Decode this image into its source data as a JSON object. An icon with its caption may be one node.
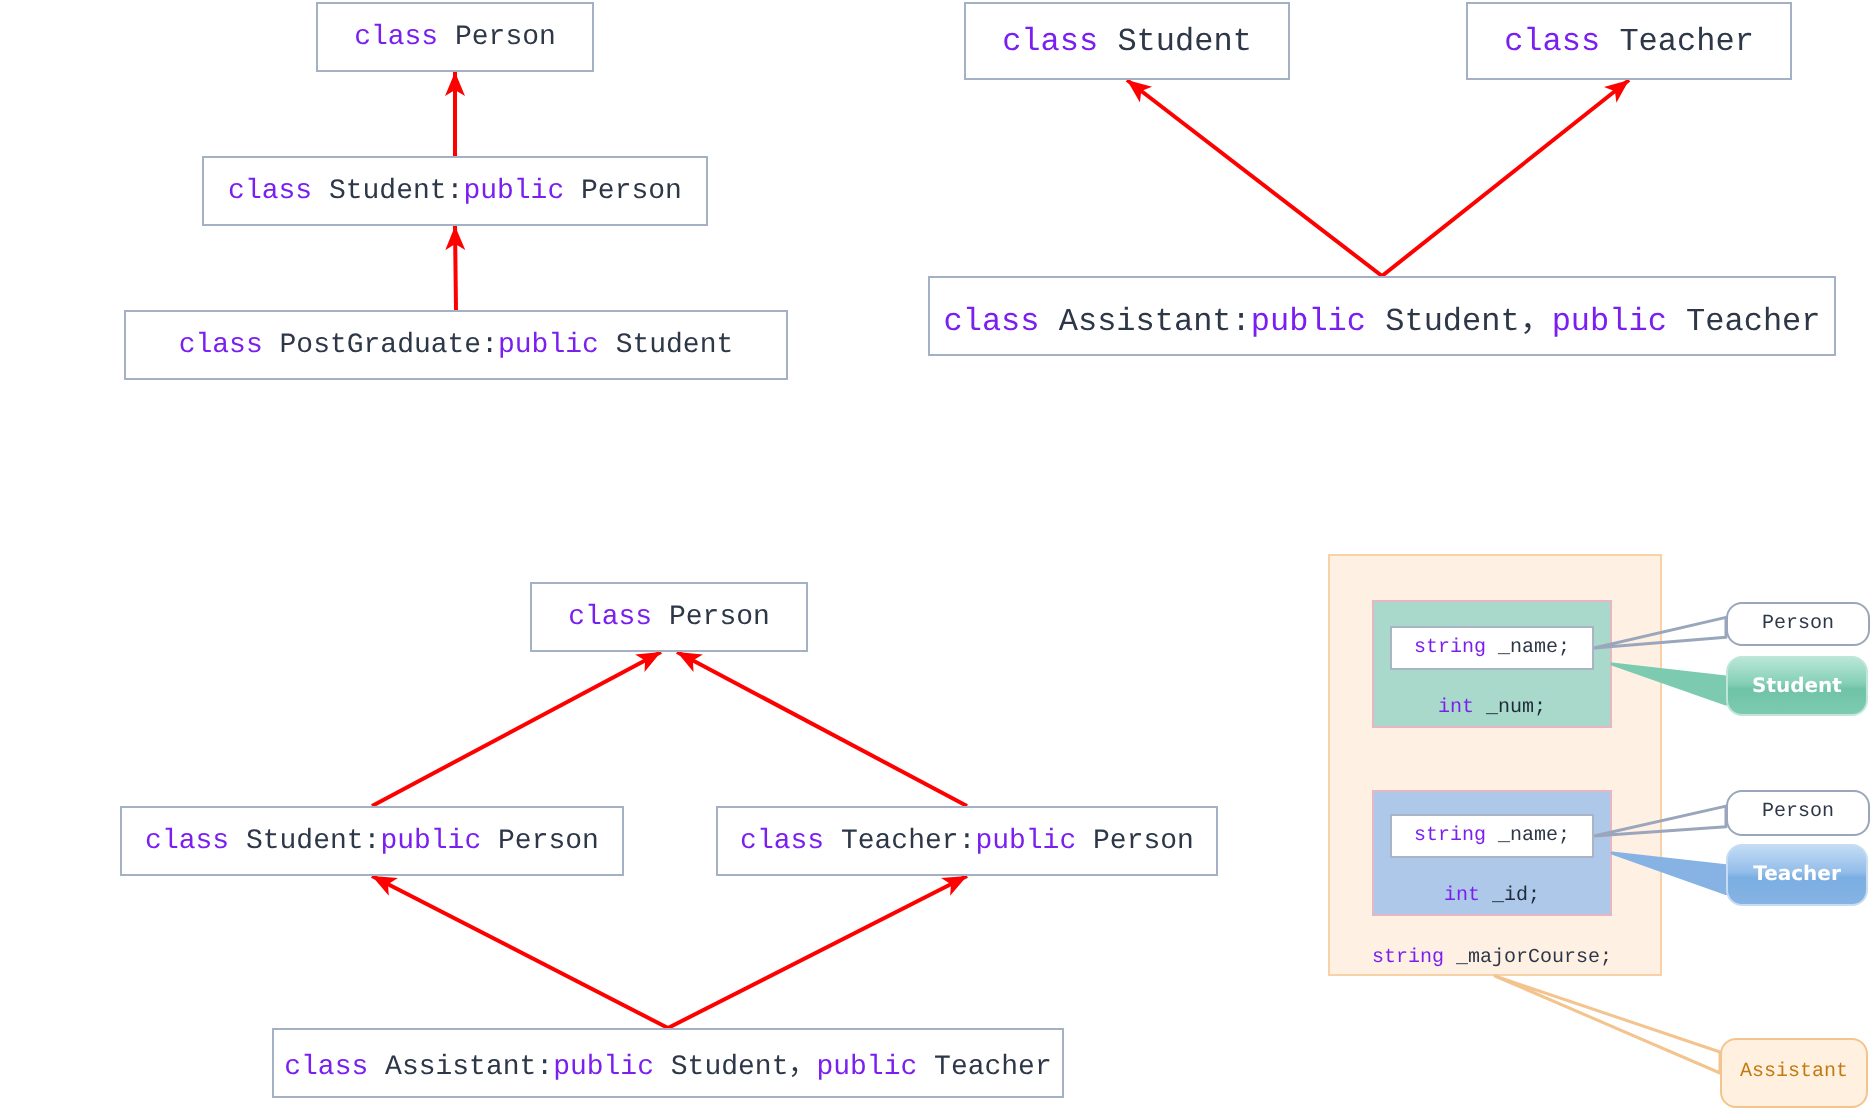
{
  "diagram": {
    "nodes": [
      {
        "text": [
          "class Person"
        ]
      },
      {
        "text": [
          "class Student:public Person"
        ]
      },
      {
        "text": [
          "class PostGraduate:public Student"
        ]
      },
      {
        "text": [
          "class Student"
        ]
      },
      {
        "text": [
          "class Teacher"
        ]
      },
      {
        "text": [
          "class Assistant:public Student，public Teacher"
        ]
      },
      {
        "text": [
          "class Person"
        ]
      },
      {
        "text": [
          "class Student:public Person"
        ]
      },
      {
        "text": [
          "class Teacher:public Person"
        ]
      },
      {
        "text": [
          "class Assistant:public Student，public Teacher"
        ]
      },
      {
        "text": [
          "string _majorCourse;"
        ]
      },
      {
        "text": [
          "int _num;"
        ],
        "in": 10
      },
      {
        "text": [
          "string _name;"
        ],
        "in": 11
      },
      {
        "text": [
          "int _id;"
        ],
        "in": 10
      },
      {
        "text": [
          "string _name;"
        ],
        "in": 13
      },
      {
        "text": [
          "Person"
        ]
      },
      {
        "text": [
          "Student"
        ]
      },
      {
        "text": [
          "Person"
        ]
      },
      {
        "text": [
          "Teacher"
        ]
      },
      {
        "text": [
          "Assistant"
        ]
      }
    ],
    "edges": [
      {
        "from": 1,
        "to": 0,
        "arrow": "to"
      },
      {
        "from": 2,
        "to": 1,
        "arrow": "to"
      },
      {
        "from": 5,
        "to": 3,
        "arrow": "to"
      },
      {
        "from": 5,
        "to": 4,
        "arrow": "to"
      },
      {
        "from": 7,
        "to": 6,
        "arrow": "to"
      },
      {
        "from": 8,
        "to": 6,
        "arrow": "to"
      },
      {
        "from": 9,
        "to": 7,
        "arrow": "to"
      },
      {
        "from": 9,
        "to": 8,
        "arrow": "to"
      },
      {
        "from": 15,
        "to": 12,
        "arrow": "none",
        "color": "#9aa6bb"
      },
      {
        "from": 16,
        "to": 11,
        "arrow": "none",
        "color": "#7ccbb1"
      },
      {
        "from": 17,
        "to": 14,
        "arrow": "none",
        "color": "#9aa6bb"
      },
      {
        "from": 18,
        "to": 13,
        "arrow": "none",
        "color": "#86b3e3"
      },
      {
        "from": 19,
        "to": 10,
        "arrow": "none",
        "color": "#f3c48e"
      }
    ]
  }
}
